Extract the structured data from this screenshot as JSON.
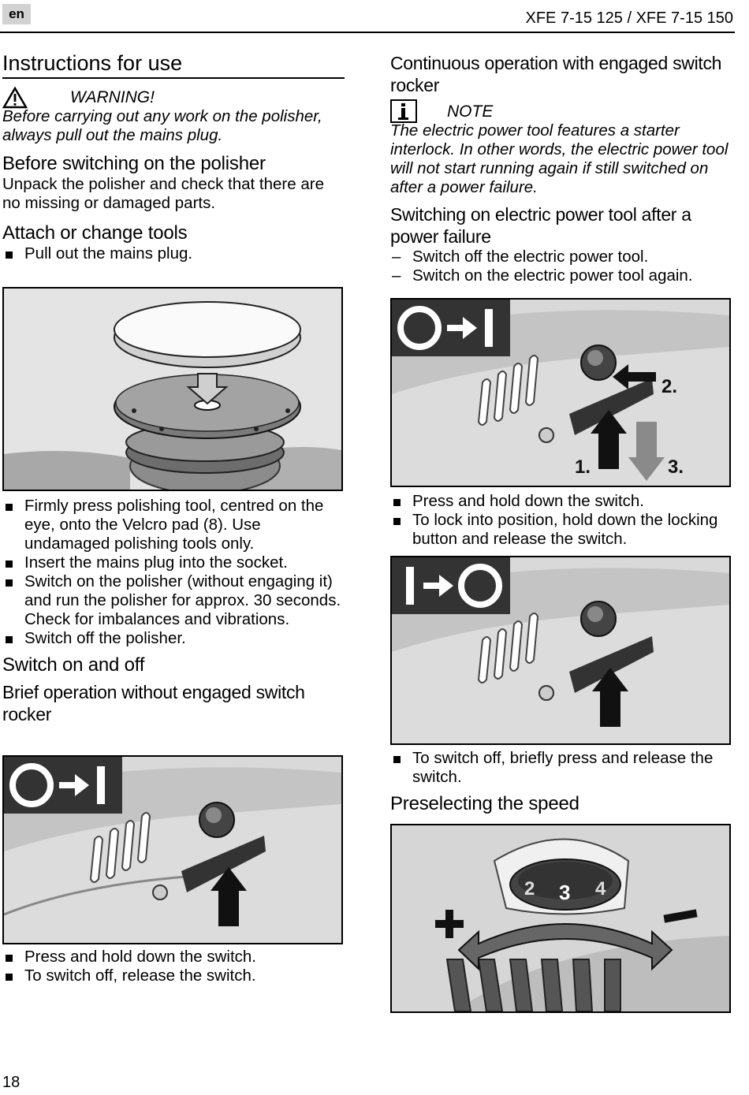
{
  "header": {
    "lang": "en",
    "model": "XFE 7-15 125 / XFE 7-15 150"
  },
  "left": {
    "title": "Instructions for use",
    "warning_label": "WARNING!",
    "warning_text": "Before carrying out any work on the polisher, always pull out the mains plug.",
    "before_heading": "Before switching on the polisher",
    "before_text": "Unpack the polisher and check that there are no missing or damaged parts.",
    "attach_heading": "Attach or change tools",
    "attach_bullets": [
      "Pull out the mains plug."
    ],
    "tool_bullets": [
      "Firmly press polishing tool, centred on the eye, onto the Velcro pad (8). Use undamaged polishing tools only.",
      "Insert the mains plug into the socket.",
      "Switch on the polisher (without engaging it) and run the polisher for approx. 30 seconds. Check for imbalances and vibrations.",
      "Switch off the polisher."
    ],
    "switch_heading": "Switch on and off",
    "brief_heading": "Brief operation without engaged switch rocker",
    "brief_bullets": [
      "Press and hold down the switch.",
      "To switch off, release the switch."
    ]
  },
  "right": {
    "cont_heading": "Continuous operation with engaged switch rocker",
    "note_label": "NOTE",
    "note_text": "The electric power tool features a starter interlock. In other words, the electric power tool will not start running again if still switched on after a power failure.",
    "power_heading": "Switching on electric power tool after a power failure",
    "power_steps": [
      "Switch off the electric power tool.",
      "Switch on the electric power tool again."
    ],
    "fig_labels": [
      "1.",
      "2.",
      "3."
    ],
    "cont_bullets": [
      "Press and hold down the switch.",
      "To lock into position, hold down the locking button and release the switch."
    ],
    "off_bullets": [
      "To switch off, briefly press and release the switch."
    ],
    "speed_heading": "Preselecting the speed",
    "dial_numbers": [
      "2",
      "3",
      "4"
    ]
  },
  "footer": {
    "page_number": "18"
  }
}
